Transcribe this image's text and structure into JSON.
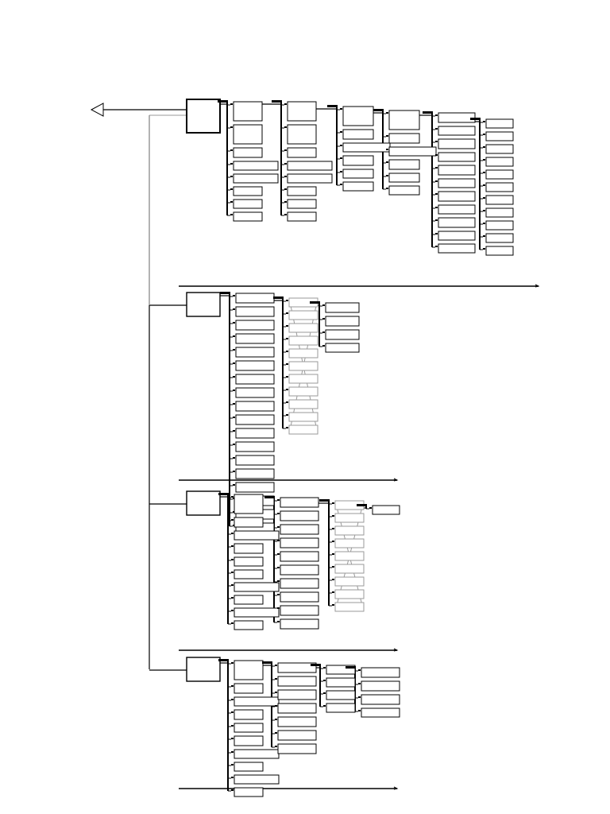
{
  "diagram": {
    "type": "hierarchical-tree",
    "colors": {
      "line": "#000000",
      "grey": "#9a9a9a",
      "background": "#ffffff"
    },
    "root_symbol": "triangle-arrow-left",
    "sections": [
      {
        "id": "section-1",
        "columns": [
          {
            "kind": "solid",
            "items": [
              "L",
              "L",
              "M",
              "W",
              "W",
              "S",
              "S",
              "S"
            ]
          },
          {
            "kind": "solid",
            "items": [
              "L",
              "L",
              "M",
              "W",
              "W",
              "S",
              "S",
              "S"
            ]
          },
          {
            "kind": "solid",
            "items": [
              "L",
              "M",
              "W",
              "M",
              "S",
              "S"
            ]
          },
          {
            "kind": "solid",
            "items": [
              "L",
              "M",
              "W",
              "M",
              "S",
              "S"
            ]
          },
          {
            "kind": "solid",
            "items": [
              "M",
              "S",
              "M",
              "S",
              "M",
              "S",
              "M",
              "S",
              "M",
              "S",
              "S"
            ]
          },
          {
            "kind": "solid",
            "items": [
              "S",
              "S",
              "S",
              "S",
              "S",
              "S",
              "S",
              "S",
              "S",
              "S",
              "S"
            ]
          }
        ]
      },
      {
        "id": "section-2",
        "columns": [
          {
            "kind": "solid",
            "items": [
              "M",
              "M",
              "M",
              "M",
              "M",
              "M",
              "M",
              "M",
              "M",
              "M",
              "M",
              "M",
              "M",
              "M",
              "M",
              "M",
              "M",
              "M"
            ]
          },
          {
            "kind": "ghost",
            "items": [
              "S",
              "S",
              "S",
              "S",
              "S",
              "S",
              "S",
              "S",
              "S",
              "S",
              "S"
            ]
          },
          {
            "kind": "solid",
            "items": [
              "M",
              "M",
              "M",
              "S"
            ]
          }
        ]
      },
      {
        "id": "section-3",
        "columns": [
          {
            "kind": "solid",
            "items": [
              "L",
              "M",
              "W",
              "M",
              "S",
              "S",
              "W",
              "S",
              "W",
              "S"
            ]
          },
          {
            "kind": "solid",
            "items": [
              "M",
              "M",
              "M",
              "M",
              "M",
              "M",
              "M",
              "M",
              "M",
              "M"
            ]
          },
          {
            "kind": "ghost",
            "items": [
              "S",
              "S",
              "S",
              "S",
              "S",
              "S",
              "S",
              "S",
              "S"
            ]
          },
          {
            "kind": "solid",
            "items": [
              "S"
            ]
          }
        ]
      },
      {
        "id": "section-4",
        "columns": [
          {
            "kind": "solid",
            "items": [
              "L",
              "M",
              "W",
              "M",
              "S",
              "M",
              "W",
              "S",
              "W",
              "S"
            ]
          },
          {
            "kind": "solid",
            "items": [
              "M",
              "M",
              "M",
              "M",
              "M",
              "M",
              "M"
            ]
          },
          {
            "kind": "solid",
            "items": [
              "S",
              "S",
              "S",
              "S"
            ]
          },
          {
            "kind": "solid",
            "items": [
              "M",
              "M",
              "M",
              "S"
            ]
          }
        ]
      }
    ]
  }
}
